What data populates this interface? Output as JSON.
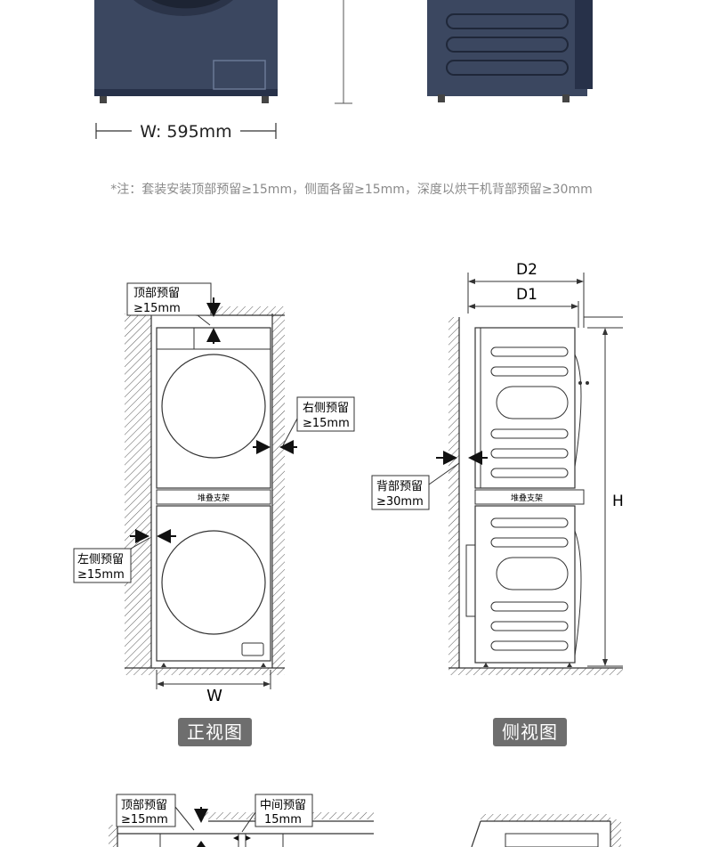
{
  "top": {
    "width_label": "W: 595mm",
    "note": "*注：套装安装顶部预留≥15mm，侧面各留≥15mm，深度以烘干机背部预留≥30mm"
  },
  "front_view": {
    "top_clearance": [
      "顶部预留",
      "≥15mm"
    ],
    "right_clearance": [
      "右侧预留",
      "≥15mm"
    ],
    "left_clearance": [
      "左侧预留",
      "≥15mm"
    ],
    "stack_bracket": "堆叠支架",
    "width_label": "W",
    "caption": "正视图"
  },
  "side_view": {
    "d2": "D2",
    "d1": "D1",
    "back_clearance": [
      "背部预留",
      "≥30mm"
    ],
    "stack_bracket": "堆叠支架",
    "height_label": "H",
    "caption": "侧视图"
  },
  "bottom": {
    "top_clearance": [
      "顶部预留",
      "≥15mm"
    ],
    "middle_clearance": [
      "中间预留",
      "15mm"
    ]
  },
  "colors": {
    "machine": "#3b4760",
    "machine_dark": "#273149",
    "line": "#333333",
    "caption_bg": "#6e6e6e"
  }
}
